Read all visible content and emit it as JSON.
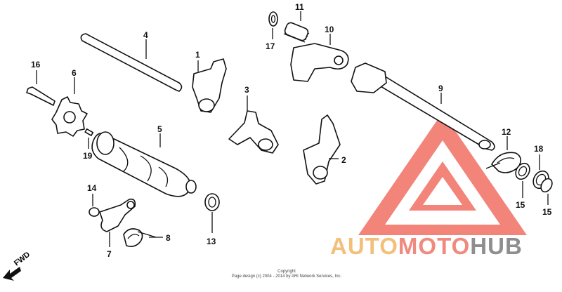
{
  "parts": [
    {
      "label": "1"
    },
    {
      "label": "2"
    },
    {
      "label": "3"
    },
    {
      "label": "4"
    },
    {
      "label": "5"
    },
    {
      "label": "6"
    },
    {
      "label": "7"
    },
    {
      "label": "8"
    },
    {
      "label": "9"
    },
    {
      "label": "10"
    },
    {
      "label": "11"
    },
    {
      "label": "12"
    },
    {
      "label": "13"
    },
    {
      "label": "14"
    },
    {
      "label": "15"
    },
    {
      "label": "15"
    },
    {
      "label": "16"
    },
    {
      "label": "17"
    },
    {
      "label": "18"
    },
    {
      "label": "19"
    }
  ],
  "direction_label": "FWD",
  "copyright": {
    "line1": "Copyright",
    "line2": "Page design (c) 2004 - 2014 by ARI Network Services, Inc."
  },
  "watermark": {
    "part1": "AUTO",
    "part2": "MOTO",
    "part3": "HUB"
  },
  "colors": {
    "line": "#111111",
    "triangle": "#f37c70",
    "auto": "#f3c07b",
    "moto": "#f08a7e",
    "hub": "#8e8e8e"
  }
}
